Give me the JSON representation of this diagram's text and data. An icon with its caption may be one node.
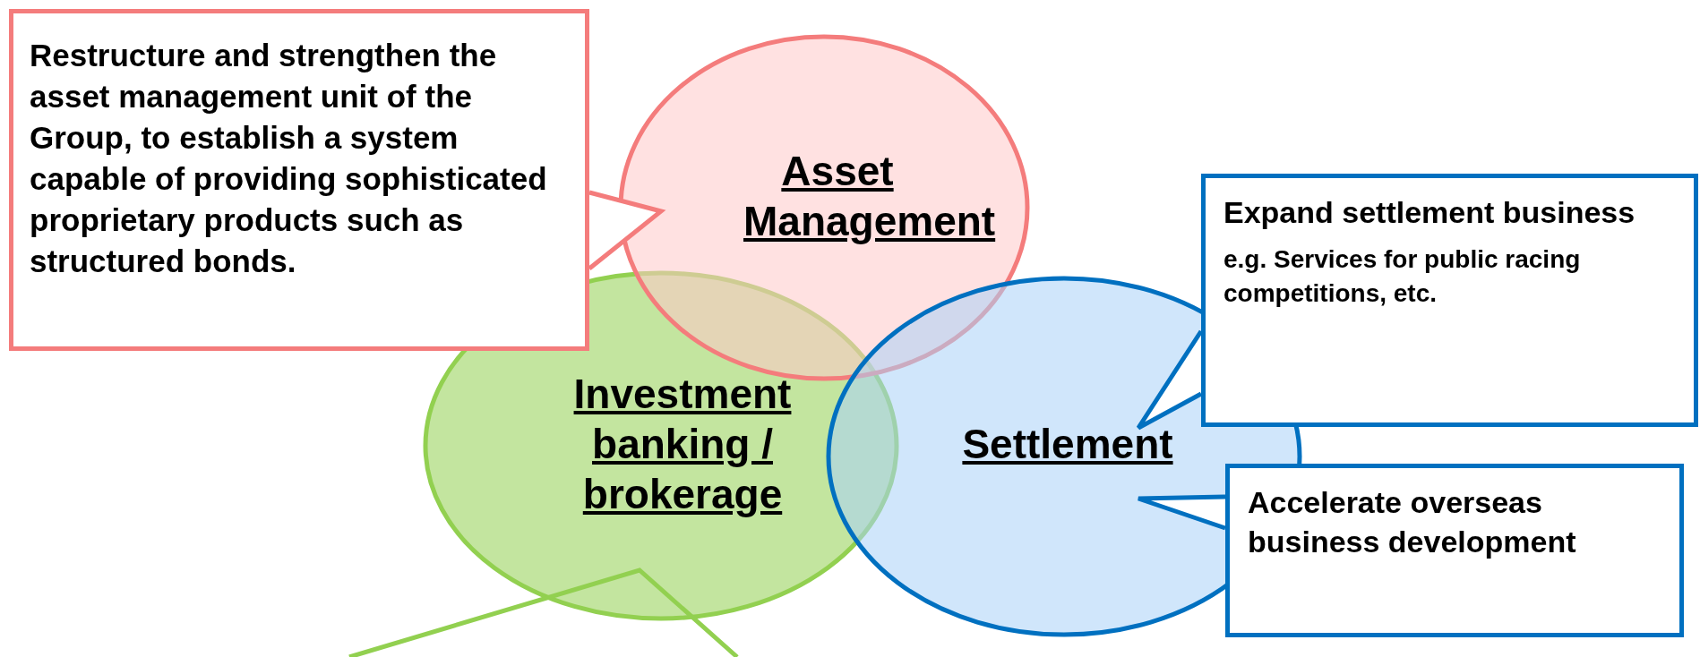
{
  "diagram": {
    "nodes": [
      {
        "text": [
          "Restructure and strengthen the asset management unit of the Group, to establish a system capable of providing sophisticated proprietary products such as structured bonds."
        ]
      },
      {
        "text": [
          "Asset Management"
        ]
      },
      {
        "text": [
          "Investment banking / brokerage"
        ]
      },
      {
        "text": [
          "Settlement"
        ]
      },
      {
        "text": [
          "Expand settlement business",
          "e.g. Services for public racing competitions, etc."
        ]
      },
      {
        "text": [
          "Accelerate overseas business development"
        ]
      }
    ],
    "edges": []
  }
}
